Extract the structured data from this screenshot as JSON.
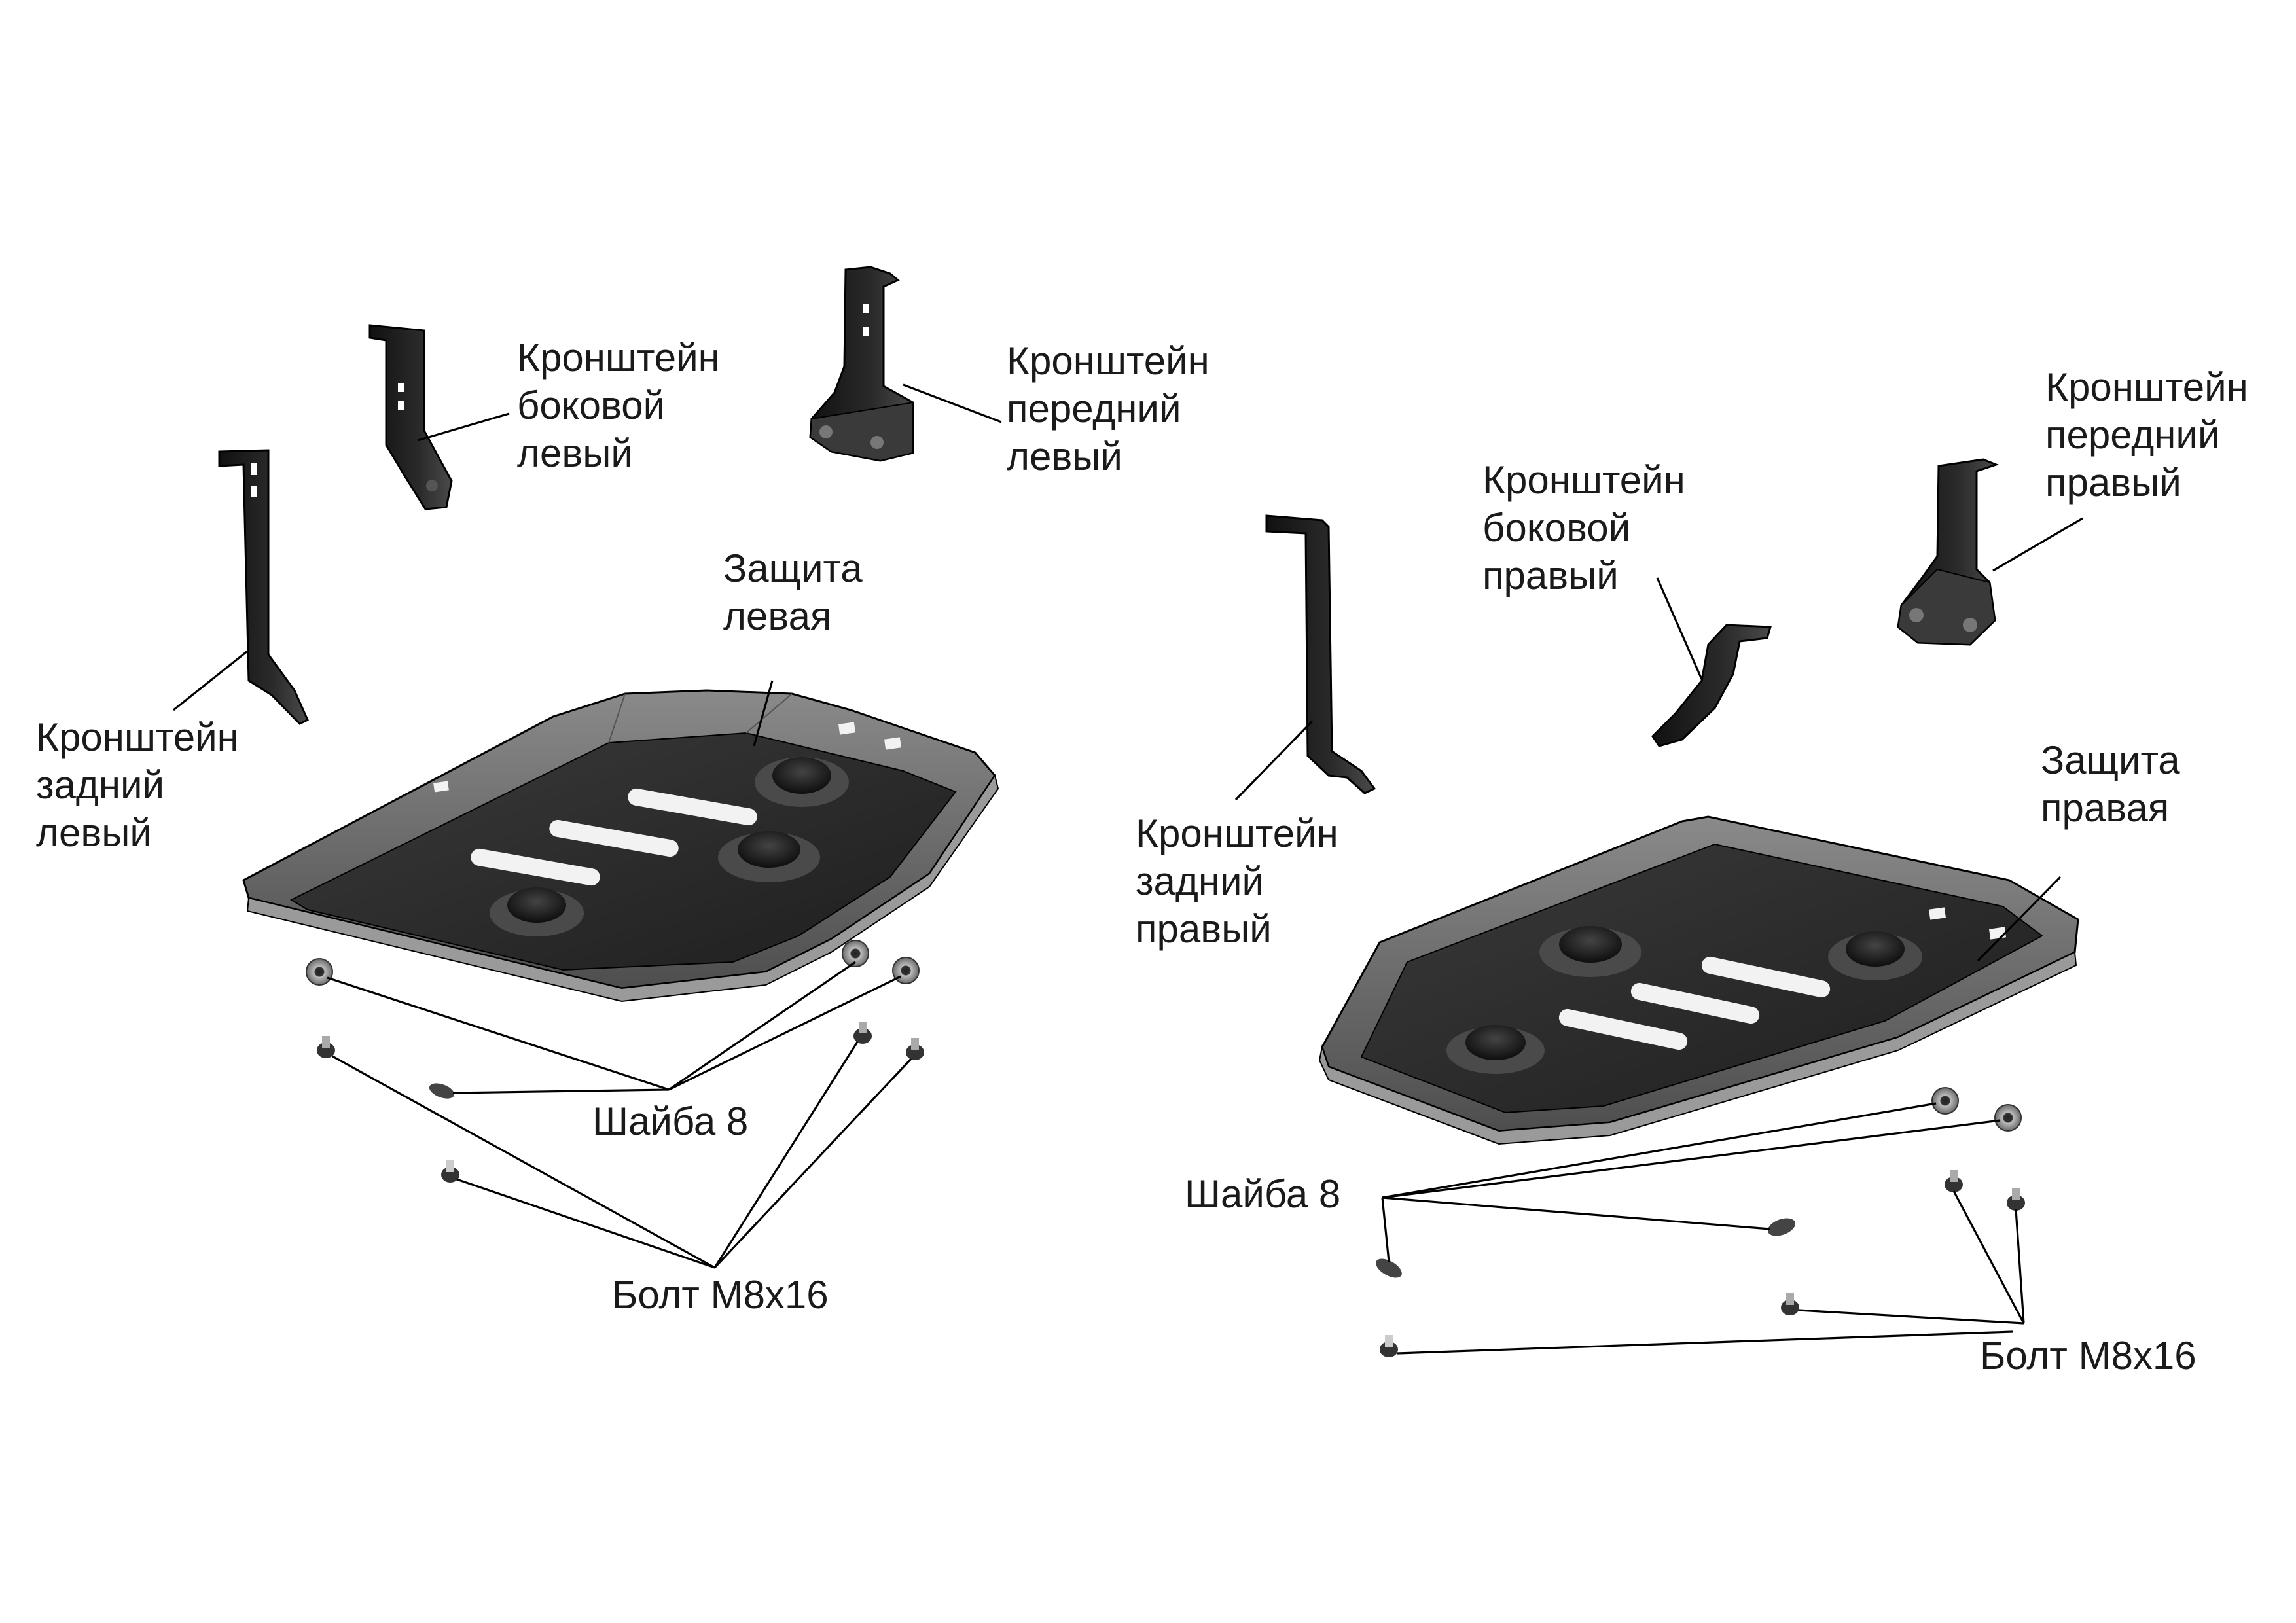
{
  "labels": {
    "bracket_side_left": [
      "Кронштейн",
      "боковой",
      "левый"
    ],
    "bracket_front_left": [
      "Кронштейн",
      "передний",
      "левый"
    ],
    "bracket_rear_left": [
      "Кронштейн",
      "задний",
      "левый"
    ],
    "guard_left": [
      "Защита",
      "левая"
    ],
    "washer_left": "Шайба 8",
    "bolt_left": "Болт М8х16",
    "bracket_side_right": [
      "Кронштейн",
      "боковой",
      "правый"
    ],
    "bracket_front_right": [
      "Кронштейн",
      "передний",
      "правый"
    ],
    "bracket_rear_right": [
      "Кронштейн",
      "задний",
      "правый"
    ],
    "guard_right": [
      "Защита",
      "правая"
    ],
    "washer_right": "Шайба 8",
    "bolt_right": "Болт М8х16"
  },
  "colors": {
    "ink": "#1a1a1a",
    "plate_top": "#2b2b2b",
    "plate_rim": "#6b6b6b",
    "plate_side": "#9a9a9a"
  }
}
